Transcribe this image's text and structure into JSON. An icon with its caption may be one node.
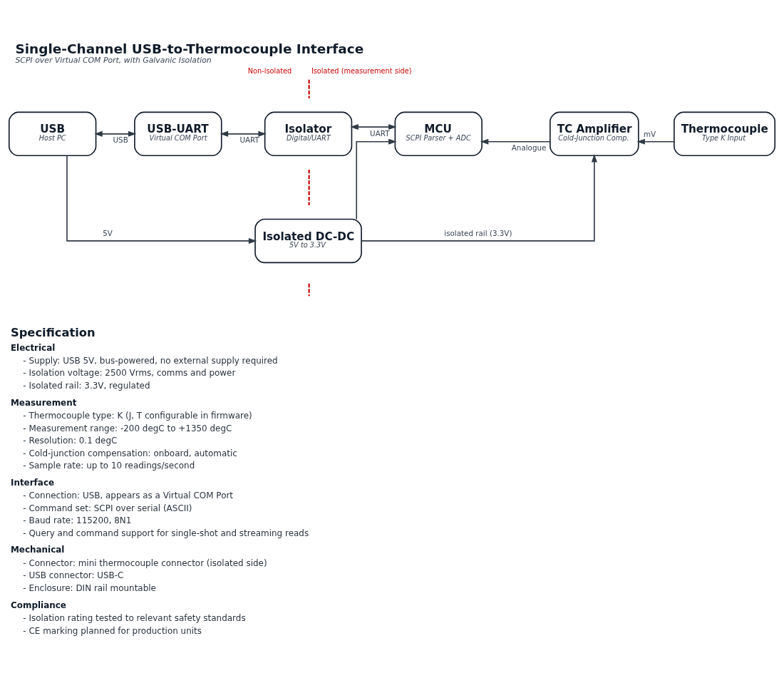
{
  "diagram": {
    "title": "Single-Channel USB-to-Thermocouple Interface",
    "caption": "SCPI over Virtual COM Port, with Galvanic Isolation",
    "nodes": [
      {
        "text": [
          "USB",
          "Host PC"
        ]
      },
      {
        "text": [
          "USB-UART",
          "Virtual COM Port"
        ]
      },
      {
        "text": [
          "Isolator",
          "Digital/UART"
        ]
      },
      {
        "text": [
          "MCU",
          "SCPI Parser + ADC"
        ]
      },
      {
        "text": [
          "TC Amplifier",
          "Cold-Junction Comp."
        ]
      },
      {
        "text": [
          "Thermocouple",
          "Type K Input"
        ]
      },
      {
        "text": [
          "Isolated DC-DC",
          "5V to 3.3V"
        ]
      }
    ],
    "edges": [
      {
        "from": 0,
        "to": 1,
        "arrow": "both",
        "label": "USB"
      },
      {
        "from": 1,
        "to": 2,
        "arrow": "both",
        "label": "UART"
      },
      {
        "from": 2,
        "to": 3,
        "arrow": "both",
        "label": "UART"
      },
      {
        "from": 4,
        "to": 3,
        "arrow": "to",
        "label": "Analogue"
      },
      {
        "from": 5,
        "to": 4,
        "arrow": "to",
        "label": "mV"
      },
      {
        "from": 0,
        "to": 6,
        "arrow": "to",
        "label": "5V"
      },
      {
        "from": 6,
        "to": 3,
        "arrow": "to"
      },
      {
        "from": 6,
        "to": 4,
        "arrow": "to",
        "label": "isolated rail (3.3V)"
      }
    ],
    "labels": [
      "Non-isolated",
      "Isolated (measurement side)",
      "Specification",
      "Electrical",
      "- Supply: USB 5V, bus-powered, no external supply required",
      "- Isolation voltage: 2500 Vrms, comms and power",
      "- Isolated rail: 3.3V, regulated",
      "Measurement",
      "- Thermocouple type: K (J, T configurable in firmware)",
      "- Measurement range: -200 degC to +1350 degC",
      "- Resolution: 0.1 degC",
      "- Cold-junction compensation: onboard, automatic",
      "- Sample rate: up to 10 readings/second",
      "Interface",
      "- Connection: USB, appears as a Virtual COM Port",
      "- Command set: SCPI over serial (ASCII)",
      "- Baud rate: 115200, 8N1",
      "- Query and command support for single-shot and streaming reads",
      "Mechanical",
      "- Connector: mini thermocouple connector (isolated side)",
      "- USB connector: USB-C",
      "- Enclosure: DIN rail mountable",
      "Compliance",
      "- Isolation rating tested to relevant safety standards",
      "- CE marking planned for production units"
    ]
  }
}
